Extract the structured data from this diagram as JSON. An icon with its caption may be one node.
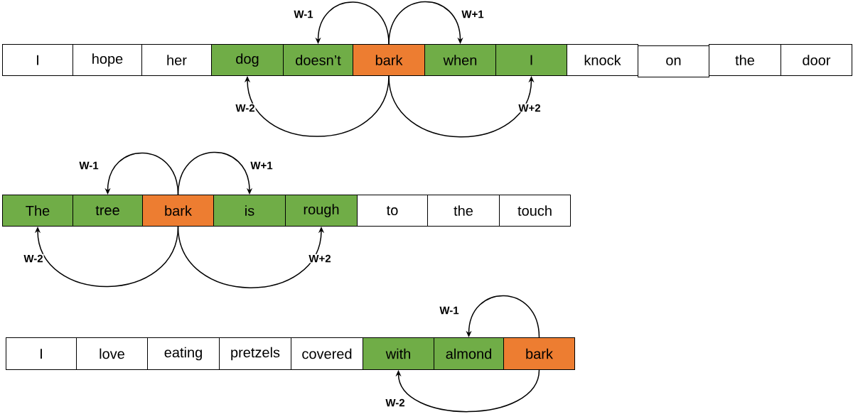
{
  "diagram": {
    "nodes": [
      {
        "text": [
          "I"
        ]
      },
      {
        "text": [
          "hope"
        ]
      },
      {
        "text": [
          "her"
        ]
      },
      {
        "text": [
          "dog"
        ]
      },
      {
        "text": [
          "doesn’t"
        ]
      },
      {
        "text": [
          "bark"
        ]
      },
      {
        "text": [
          "when"
        ]
      },
      {
        "text": [
          "I"
        ]
      },
      {
        "text": [
          "knock"
        ]
      },
      {
        "text": [
          "on"
        ]
      },
      {
        "text": [
          "the"
        ]
      },
      {
        "text": [
          "door"
        ]
      },
      {
        "text": [
          "The"
        ]
      },
      {
        "text": [
          "tree"
        ]
      },
      {
        "text": [
          "bark"
        ]
      },
      {
        "text": [
          "is"
        ]
      },
      {
        "text": [
          "rough"
        ]
      },
      {
        "text": [
          "to"
        ]
      },
      {
        "text": [
          "the"
        ]
      },
      {
        "text": [
          "touch"
        ]
      },
      {
        "text": [
          "I"
        ]
      },
      {
        "text": [
          "love"
        ]
      },
      {
        "text": [
          "eating"
        ]
      },
      {
        "text": [
          "pretzels"
        ]
      },
      {
        "text": [
          "covered"
        ]
      },
      {
        "text": [
          "with"
        ]
      },
      {
        "text": [
          "almond"
        ]
      },
      {
        "text": [
          "bark"
        ]
      }
    ],
    "edges": [
      {
        "from": 5,
        "to": 4,
        "arrow": "to",
        "label": "W-1"
      },
      {
        "from": 5,
        "to": 6,
        "arrow": "to",
        "label": "W+1"
      },
      {
        "from": 5,
        "to": 3,
        "arrow": "to",
        "label": "W-2"
      },
      {
        "from": 5,
        "to": 7,
        "arrow": "to",
        "label": "W+2"
      },
      {
        "from": 14,
        "to": 13,
        "arrow": "to",
        "label": "W-1"
      },
      {
        "from": 14,
        "to": 15,
        "arrow": "to",
        "label": "W+1"
      },
      {
        "from": 14,
        "to": 12,
        "arrow": "to",
        "label": "W-2"
      },
      {
        "from": 14,
        "to": 16,
        "arrow": "to",
        "label": "W+2"
      },
      {
        "from": 27,
        "to": 26,
        "arrow": "to",
        "label": "W-1"
      },
      {
        "from": 27,
        "to": 25,
        "arrow": "to",
        "label": "W-2"
      }
    ]
  }
}
